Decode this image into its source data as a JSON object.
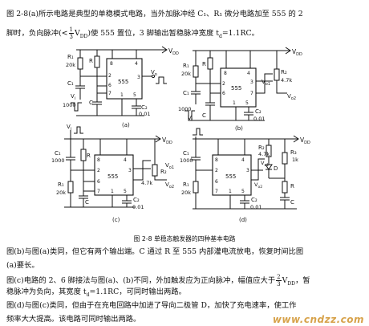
{
  "text": {
    "line1": "图 2-8(a)所示电路是典型的单稳模式电路，当外加脉冲经 C₁、R₁ 微分电路加至 555 的 2",
    "line2_pre": "脚时，负向脉冲(<",
    "line2_frac_num": "1",
    "line2_frac_den": "3",
    "line2_post": "V",
    "line2_sub": "DD",
    "line2_end": ")使 555 置位，3 脚输出暂稳脉冲宽度 t",
    "line2_tsub": "d",
    "line2_tail": "=1.1RC。",
    "caption": "图 2-8    单稳态触发器的四种基本电路",
    "para2_line1": "图(b)与图(a)类同，但它有两个输出端。C 通过 R 至 555 内部灌电流放电，恢复时间比图",
    "para2_line2": "(a)要长。",
    "para3_line1_pre": "图(c)电路的 2、6 脚接法与图(a)、(b)不同，外加触发应为正向脉冲，幅值应大于",
    "para3_frac_num": "2",
    "para3_frac_den": "3",
    "para3_line1_post": "V",
    "para3_line1_sub": "DD",
    "para3_line1_end": "，暂",
    "para3_line2": "稳脉冲为负向，其宽度 t",
    "para3_line2_sub": "d",
    "para3_line2_end": "=1.1RC，可同时输出两路。",
    "para4_line1": "图(d)与图(c)类同，但由于在充电回路中加进了导向二极管 D，加快了充电速率，使工作",
    "para4_line2": "频率大大提高。该电路可同时输出两路。",
    "watermark": "www.cndzz.com"
  },
  "circuits": {
    "a": {
      "label": "(a)",
      "ic": "555",
      "vdd": "V",
      "vdd_sub": "DD",
      "r1": "R₁",
      "r1v": "20k",
      "r": "R",
      "c1": "C₁",
      "c1v": "1000",
      "vi": "V",
      "vi_sub": "i",
      "c": "C",
      "vo": "V",
      "vo_sub": "o",
      "c2": "C₂",
      "c2v": "0.01",
      "pins": [
        "8",
        "4",
        "2",
        "6",
        "3",
        "7",
        "1",
        "5"
      ]
    },
    "b": {
      "label": "(b)",
      "ic": "555",
      "vdd": "V",
      "vdd_sub": "DD",
      "r1": "R₁",
      "r1v": "20k",
      "r2": "R₂",
      "r2v": "4.7k",
      "r": "R",
      "c1": "C₁",
      "c1v": "1000",
      "vi": "V",
      "vi_sub": "i",
      "c": "C",
      "c2": "C₂",
      "c2v": "0.01",
      "vo1": "V",
      "vo1_sub": "o1",
      "vo2": "V",
      "vo2_sub": "o2",
      "pins": [
        "8",
        "4",
        "2",
        "6",
        "3",
        "7",
        "1",
        "5"
      ]
    },
    "c": {
      "label": "(c)",
      "ic": "555",
      "vdd": "V",
      "vdd_sub": "DD",
      "r1": "R₁",
      "r1v": "20k",
      "r2": "R₂",
      "r2v": "4.7k",
      "r": "R",
      "c1": "C₁",
      "c1v": "1000",
      "vi": "V",
      "vi_sub": "i",
      "c": "C",
      "c2": "C₂",
      "c2v": "0.01",
      "vo1": "V",
      "vo1_sub": "o1",
      "vo2": "V",
      "vo2_sub": "o2",
      "pins": [
        "8",
        "4",
        "3",
        "2",
        "6",
        "7",
        "1",
        "5"
      ]
    },
    "d": {
      "label": "(d)",
      "ic": "555",
      "vdd": "V",
      "vdd_sub": "DD",
      "r1": "R₁",
      "r1v": "20k",
      "r2": "R₂",
      "r2v": "4.7k",
      "r3": "R₃",
      "r3v": "1k",
      "r": "R",
      "d": "D",
      "c1": "C₁",
      "c1v": "1000",
      "c": "C",
      "c2": "C₂",
      "c2v": "0.01",
      "vo1": "V",
      "vo1_sub": "o1",
      "vo2": "V",
      "vo2_sub": "o2",
      "pins": [
        "8",
        "4",
        "3",
        "2",
        "6",
        "7",
        "1",
        "5"
      ]
    }
  }
}
